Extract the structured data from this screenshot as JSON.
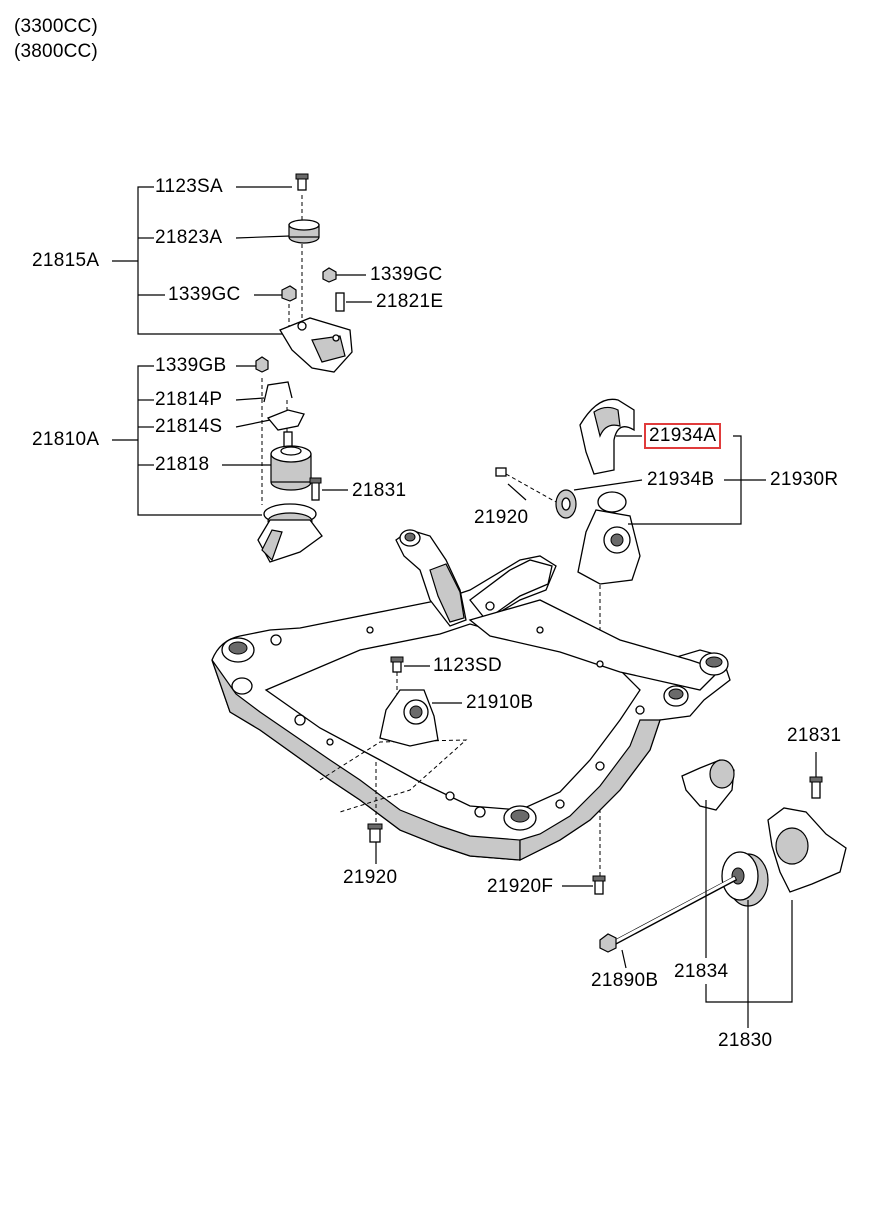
{
  "header": {
    "variant_1": "(3300CC)",
    "variant_2": "(3800CC)"
  },
  "labels": {
    "l_1123SA": "1123SA",
    "l_21823A": "21823A",
    "l_21815A": "21815A",
    "l_1339GC_a": "1339GC",
    "l_1339GC_b": "1339GC",
    "l_21821E": "21821E",
    "l_1339GB": "1339GB",
    "l_21814P": "21814P",
    "l_21814S": "21814S",
    "l_21810A": "21810A",
    "l_21818": "21818",
    "l_21831_a": "21831",
    "l_21934A": "21934A",
    "l_21934B": "21934B",
    "l_21930R": "21930R",
    "l_21920_a": "21920",
    "l_1123SD": "1123SD",
    "l_21910B": "21910B",
    "l_21831_b": "21831",
    "l_21920_b": "21920",
    "l_21920F": "21920F",
    "l_21834": "21834",
    "l_21890B": "21890B",
    "l_21830": "21830"
  },
  "highlight_color": "#e03b3b"
}
